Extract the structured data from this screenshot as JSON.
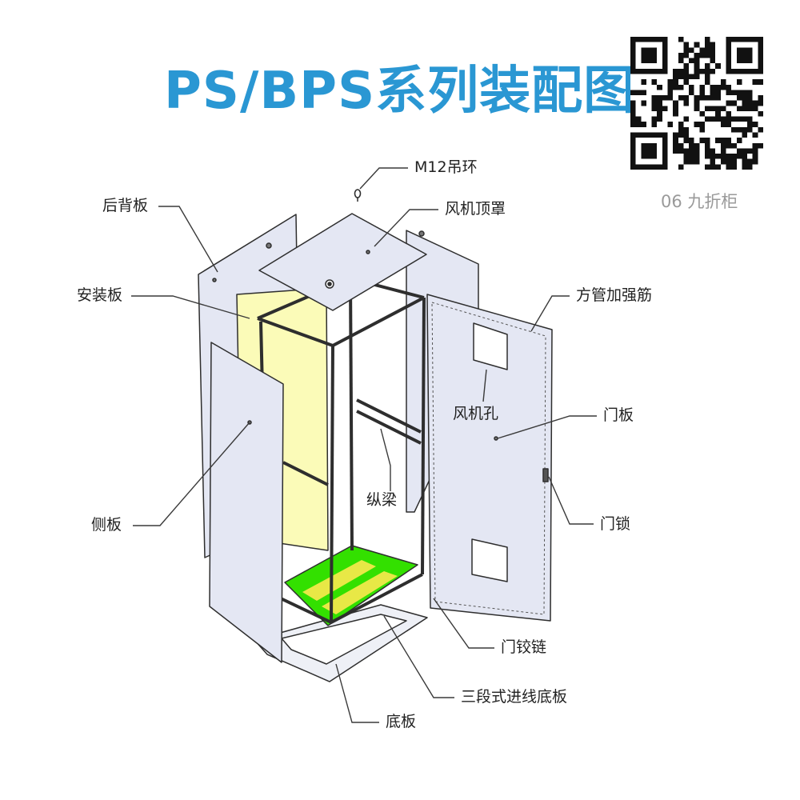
{
  "title": "PS/BPS系列装配图",
  "watermark": "06 九折柜",
  "labels": {
    "m12_lifting_ring": "M12吊环",
    "fan_top_cover": "风机顶罩",
    "back_panel": "后背板",
    "mounting_plate": "安装板",
    "square_tube_rib": "方管加强筋",
    "fan_hole": "风机孔",
    "door_panel": "门板",
    "longitudinal_beam": "纵梁",
    "side_panel": "侧板",
    "door_lock": "门锁",
    "door_hinge": "门铰链",
    "three_section_cable_entry_plate": "三段式进线底板",
    "base_plate": "底板"
  },
  "colors": {
    "title": "#2a97d3",
    "panel_fill": "#e4e7f3",
    "mounting_plate_fill": "#fbfbb8",
    "floor_green": "#33e000",
    "floor_yellow": "#e8e846",
    "frame": "#2e2e2e",
    "text": "#222222",
    "watermark": "#9a9a9a"
  },
  "icons": [
    "qr-code-icon",
    "lifting-ring-icon"
  ]
}
